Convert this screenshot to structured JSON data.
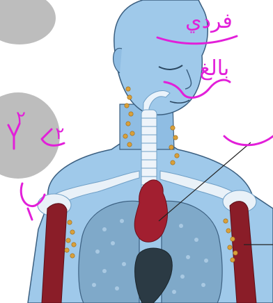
{
  "figure": {
    "handwritten_notes": [
      "فردي",
      "بالغ",
      "٢",
      "٢"
    ],
    "colors": {
      "skin": "#9fc9ea",
      "skin_shade": "#6f9fc6",
      "outline": "#3b5f80",
      "bone": "#e9f1f8",
      "muscle": "#8a1d28",
      "thymus": "#a21f30",
      "lymph_node": "#d9a03a",
      "lung": "#7fa9c9",
      "heart": "#2b3a44",
      "annotation_ink": "#e21fd9",
      "placeholder_circle": "#bdbdbd",
      "leader_line": "#222222"
    }
  }
}
